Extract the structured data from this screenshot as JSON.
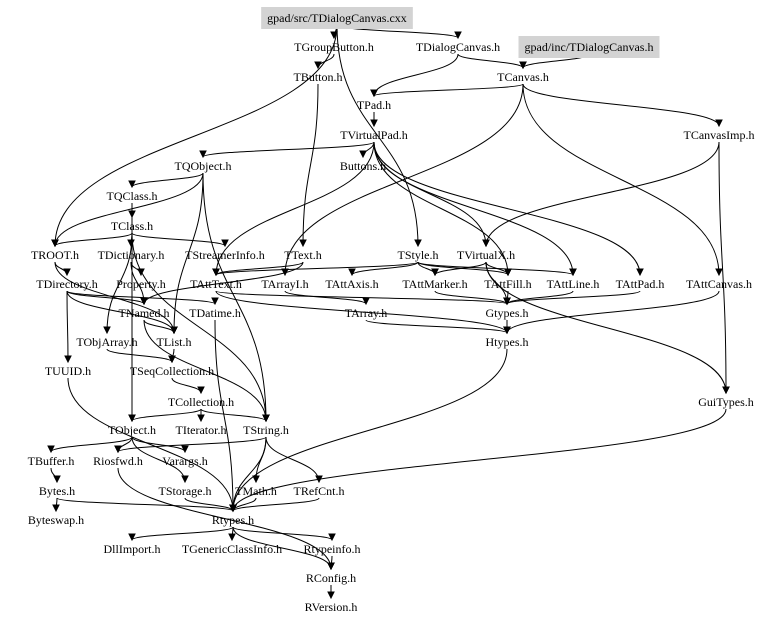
{
  "diagram": {
    "title": "Include dependency graph",
    "colors": {
      "highlight_fill": "#d3d3d3",
      "edge": "#000000",
      "text": "#000000",
      "background": "#ffffff"
    },
    "nodes": [
      {
        "id": "src",
        "label": "gpad/src/TDialogCanvas.cxx",
        "highlighted": true
      },
      {
        "id": "inc",
        "label": "gpad/inc/TDialogCanvas.h",
        "highlighted": true
      },
      {
        "id": "TGroupButton",
        "label": "TGroupButton.h"
      },
      {
        "id": "TDialogCanvas",
        "label": "TDialogCanvas.h"
      },
      {
        "id": "TButton",
        "label": "TButton.h"
      },
      {
        "id": "TCanvas",
        "label": "TCanvas.h"
      },
      {
        "id": "TPad",
        "label": "TPad.h"
      },
      {
        "id": "TVirtualPad",
        "label": "TVirtualPad.h"
      },
      {
        "id": "TCanvasImp",
        "label": "TCanvasImp.h"
      },
      {
        "id": "TQObject",
        "label": "TQObject.h"
      },
      {
        "id": "Buttons",
        "label": "Buttons.h"
      },
      {
        "id": "TQClass",
        "label": "TQClass.h"
      },
      {
        "id": "TClass",
        "label": "TClass.h"
      },
      {
        "id": "TROOT",
        "label": "TROOT.h"
      },
      {
        "id": "TDictionary",
        "label": "TDictionary.h"
      },
      {
        "id": "TStreamerInfo",
        "label": "TStreamerInfo.h"
      },
      {
        "id": "TText",
        "label": "TText.h"
      },
      {
        "id": "TStyle",
        "label": "TStyle.h"
      },
      {
        "id": "TVirtualX",
        "label": "TVirtualX.h"
      },
      {
        "id": "TDirectory",
        "label": "TDirectory.h"
      },
      {
        "id": "Property",
        "label": "Property.h"
      },
      {
        "id": "TAttText",
        "label": "TAttText.h"
      },
      {
        "id": "TArrayI",
        "label": "TArrayI.h"
      },
      {
        "id": "TAttAxis",
        "label": "TAttAxis.h"
      },
      {
        "id": "TAttMarker",
        "label": "TAttMarker.h"
      },
      {
        "id": "TAttFill",
        "label": "TAttFill.h"
      },
      {
        "id": "TAttLine",
        "label": "TAttLine.h"
      },
      {
        "id": "TAttPad",
        "label": "TAttPad.h"
      },
      {
        "id": "TAttCanvas",
        "label": "TAttCanvas.h"
      },
      {
        "id": "TNamed",
        "label": "TNamed.h"
      },
      {
        "id": "TDatime",
        "label": "TDatime.h"
      },
      {
        "id": "TArray",
        "label": "TArray.h"
      },
      {
        "id": "Gtypes",
        "label": "Gtypes.h"
      },
      {
        "id": "TObjArray",
        "label": "TObjArray.h"
      },
      {
        "id": "TList",
        "label": "TList.h"
      },
      {
        "id": "Htypes",
        "label": "Htypes.h"
      },
      {
        "id": "TUUID",
        "label": "TUUID.h"
      },
      {
        "id": "TSeqCollection",
        "label": "TSeqCollection.h"
      },
      {
        "id": "GuiTypes",
        "label": "GuiTypes.h"
      },
      {
        "id": "TCollection",
        "label": "TCollection.h"
      },
      {
        "id": "TObject",
        "label": "TObject.h"
      },
      {
        "id": "TIterator",
        "label": "TIterator.h"
      },
      {
        "id": "TString",
        "label": "TString.h"
      },
      {
        "id": "TBuffer",
        "label": "TBuffer.h"
      },
      {
        "id": "Riosfwd",
        "label": "Riosfwd.h"
      },
      {
        "id": "Varargs",
        "label": "Varargs.h"
      },
      {
        "id": "Bytes",
        "label": "Bytes.h"
      },
      {
        "id": "TStorage",
        "label": "TStorage.h"
      },
      {
        "id": "TMath",
        "label": "TMath.h"
      },
      {
        "id": "TRefCnt",
        "label": "TRefCnt.h"
      },
      {
        "id": "Byteswap",
        "label": "Byteswap.h"
      },
      {
        "id": "Rtypes",
        "label": "Rtypes.h"
      },
      {
        "id": "DllImport",
        "label": "DllImport.h"
      },
      {
        "id": "TGenericClassInfo",
        "label": "TGenericClassInfo.h"
      },
      {
        "id": "Rtypeinfo",
        "label": "Rtypeinfo.h"
      },
      {
        "id": "RConfig",
        "label": "RConfig.h"
      },
      {
        "id": "RVersion",
        "label": "RVersion.h"
      }
    ],
    "edges": [
      [
        "src",
        "TGroupButton"
      ],
      [
        "src",
        "TDialogCanvas"
      ],
      [
        "src",
        "TROOT"
      ],
      [
        "src",
        "TStyle"
      ],
      [
        "inc",
        "TCanvas"
      ],
      [
        "TDialogCanvas",
        "TCanvas"
      ],
      [
        "TDialogCanvas",
        "TPad"
      ],
      [
        "TGroupButton",
        "TButton"
      ],
      [
        "TButton",
        "TText"
      ],
      [
        "TCanvas",
        "TPad"
      ],
      [
        "TCanvas",
        "TCanvasImp"
      ],
      [
        "TCanvas",
        "TAttCanvas"
      ],
      [
        "TCanvas",
        "TArrayI"
      ],
      [
        "TPad",
        "TVirtualPad"
      ],
      [
        "TVirtualPad",
        "TQObject"
      ],
      [
        "TVirtualPad",
        "Buttons"
      ],
      [
        "TVirtualPad",
        "TAttPad"
      ],
      [
        "TVirtualPad",
        "TVirtualX"
      ],
      [
        "TVirtualPad",
        "TAttText"
      ],
      [
        "TVirtualPad",
        "TAttFill"
      ],
      [
        "TVirtualPad",
        "TAttLine"
      ],
      [
        "TCanvasImp",
        "GuiTypes"
      ],
      [
        "TCanvasImp",
        "TVirtualX"
      ],
      [
        "TQObject",
        "TQClass"
      ],
      [
        "TQObject",
        "TList"
      ],
      [
        "TQObject",
        "TROOT"
      ],
      [
        "TQObject",
        "TString"
      ],
      [
        "TQClass",
        "TClass"
      ],
      [
        "TQClass",
        "TObject"
      ],
      [
        "TClass",
        "TROOT"
      ],
      [
        "TClass",
        "TDictionary"
      ],
      [
        "TClass",
        "TStreamerInfo"
      ],
      [
        "TClass",
        "TObjArray"
      ],
      [
        "TClass",
        "TString"
      ],
      [
        "TROOT",
        "TDirectory"
      ],
      [
        "TROOT",
        "TList"
      ],
      [
        "TDictionary",
        "Property"
      ],
      [
        "TDictionary",
        "TNamed"
      ],
      [
        "TText",
        "TAttText"
      ],
      [
        "TText",
        "TNamed"
      ],
      [
        "TStyle",
        "TAttAxis"
      ],
      [
        "TStyle",
        "TAttMarker"
      ],
      [
        "TStyle",
        "TAttFill"
      ],
      [
        "TStyle",
        "TAttLine"
      ],
      [
        "TStyle",
        "TAttText"
      ],
      [
        "TVirtualX",
        "TAttMarker"
      ],
      [
        "TVirtualX",
        "TAttFill"
      ],
      [
        "TVirtualX",
        "GuiTypes"
      ],
      [
        "TVirtualX",
        "Gtypes"
      ],
      [
        "TDirectory",
        "TNamed"
      ],
      [
        "TDirectory",
        "TDatime"
      ],
      [
        "TDirectory",
        "TUUID"
      ],
      [
        "TDirectory",
        "TList"
      ],
      [
        "TAttText",
        "Gtypes"
      ],
      [
        "TAttText",
        "Htypes"
      ],
      [
        "TArrayI",
        "TArray"
      ],
      [
        "TAttMarker",
        "Gtypes"
      ],
      [
        "TAttFill",
        "Gtypes"
      ],
      [
        "TAttLine",
        "Gtypes"
      ],
      [
        "TAttPad",
        "Gtypes"
      ],
      [
        "TAttCanvas",
        "Htypes"
      ],
      [
        "TArray",
        "Htypes"
      ],
      [
        "Gtypes",
        "Htypes"
      ],
      [
        "Htypes",
        "Rtypes"
      ],
      [
        "TNamed",
        "TList"
      ],
      [
        "TNamed",
        "TString"
      ],
      [
        "TDatime",
        "Rtypes"
      ],
      [
        "TObjArray",
        "TSeqCollection"
      ],
      [
        "TList",
        "TSeqCollection"
      ],
      [
        "TSeqCollection",
        "TCollection"
      ],
      [
        "TUUID",
        "Rtypes"
      ],
      [
        "TCollection",
        "TObject"
      ],
      [
        "TCollection",
        "TIterator"
      ],
      [
        "TCollection",
        "TString"
      ],
      [
        "TObject",
        "Riosfwd"
      ],
      [
        "TObject",
        "TBuffer"
      ],
      [
        "TObject",
        "Varargs"
      ],
      [
        "TObject",
        "TStorage"
      ],
      [
        "TString",
        "TRefCnt"
      ],
      [
        "TString",
        "TMath"
      ],
      [
        "TString",
        "Riosfwd"
      ],
      [
        "TString",
        "Rtypes"
      ],
      [
        "TBuffer",
        "Bytes"
      ],
      [
        "Bytes",
        "Byteswap"
      ],
      [
        "Bytes",
        "Rtypes"
      ],
      [
        "Riosfwd",
        "RConfig"
      ],
      [
        "TStorage",
        "Rtypes"
      ],
      [
        "TMath",
        "Rtypes"
      ],
      [
        "TRefCnt",
        "Rtypes"
      ],
      [
        "GuiTypes",
        "Rtypes"
      ],
      [
        "Rtypes",
        "DllImport"
      ],
      [
        "Rtypes",
        "TGenericClassInfo"
      ],
      [
        "Rtypes",
        "Rtypeinfo"
      ],
      [
        "Rtypes",
        "RConfig"
      ],
      [
        "Rtypeinfo",
        "RConfig"
      ],
      [
        "RConfig",
        "RVersion"
      ]
    ]
  }
}
